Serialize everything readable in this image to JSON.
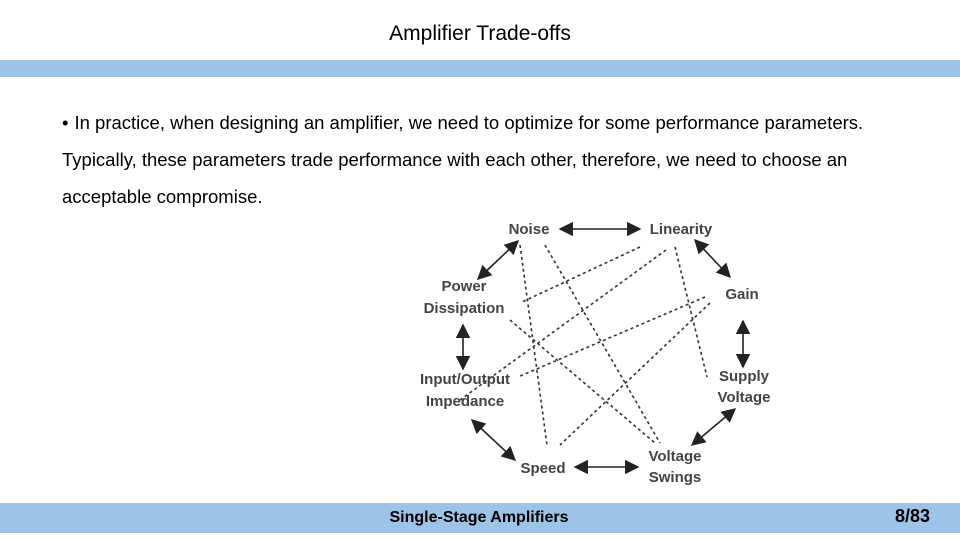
{
  "slide": {
    "title": "Amplifier Trade-offs",
    "bullet": "•",
    "body": "In practice, when designing an amplifier, we need to optimize for some performance parameters. Typically, these parameters trade performance with each other, therefore, we need to choose an acceptable compromise."
  },
  "diagram": {
    "nodes": {
      "noise": "Noise",
      "linearity": "Linearity",
      "gain": "Gain",
      "supply_voltage_1": "Supply",
      "supply_voltage_2": "Voltage",
      "voltage_swings_1": "Voltage",
      "voltage_swings_2": "Swings",
      "speed": "Speed",
      "io_impedance_1": "Input/Output",
      "io_impedance_2": "Impedance",
      "power_dissipation_1": "Power",
      "power_dissipation_2": "Dissipation"
    }
  },
  "footer": {
    "title": "Single-Stage Amplifiers",
    "page": "8/83"
  },
  "colors": {
    "accent_bar": "#9dc3e6",
    "diagram_text": "#444444"
  }
}
